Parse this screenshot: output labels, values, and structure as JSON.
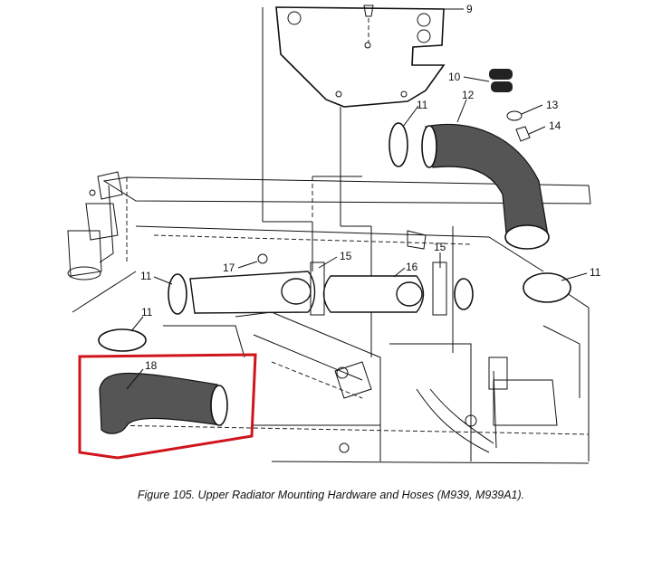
{
  "figure": {
    "caption": "Figure 105.  Upper Radiator Mounting Hardware and Hoses (M939, M939A1).",
    "highlight_color": "#d0141c",
    "callouts": [
      {
        "id": "c9",
        "label": "9"
      },
      {
        "id": "c10",
        "label": "10"
      },
      {
        "id": "c11a",
        "label": "11"
      },
      {
        "id": "c12",
        "label": "12"
      },
      {
        "id": "c13",
        "label": "13"
      },
      {
        "id": "c14",
        "label": "14"
      },
      {
        "id": "c11b",
        "label": "11"
      },
      {
        "id": "c11c",
        "label": "11"
      },
      {
        "id": "c11d",
        "label": "11"
      },
      {
        "id": "c15a",
        "label": "15"
      },
      {
        "id": "c15b",
        "label": "15"
      },
      {
        "id": "c16",
        "label": "16"
      },
      {
        "id": "c17",
        "label": "17"
      },
      {
        "id": "c18",
        "label": "18"
      }
    ]
  }
}
